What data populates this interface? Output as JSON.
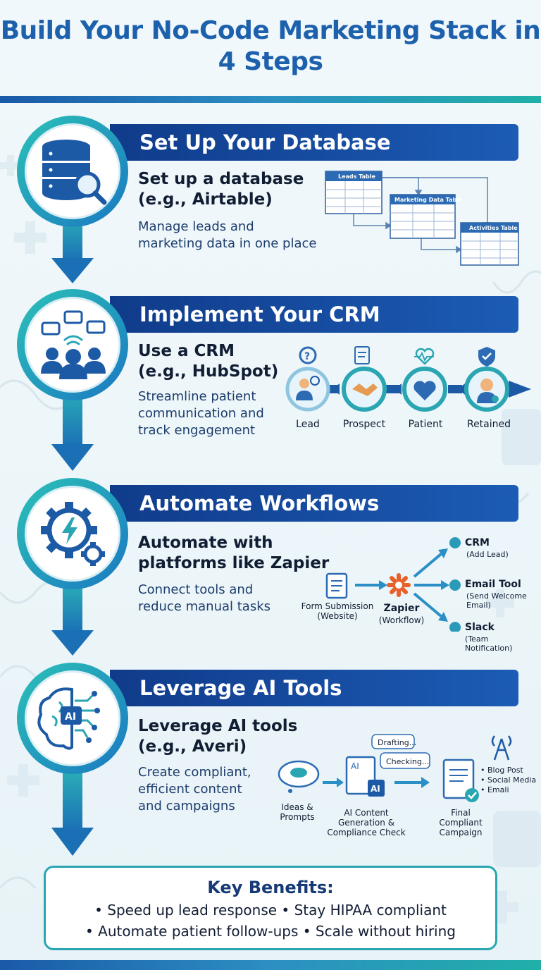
{
  "title": "Build Your No-Code Marketing Stack in 4 Steps",
  "steps": [
    {
      "heading": "Set Up Your Database",
      "subhead": "Set up a database\n(e.g., Airtable)",
      "description": "Manage leads and\nmarketing data in one place",
      "icon": "database-search-icon",
      "tables": [
        "Leads Table",
        "Marketing Data Table",
        "Activities Table"
      ]
    },
    {
      "heading": "Implement Your CRM",
      "subhead": "Use a CRM\n(e.g., HubSpot)",
      "description": "Streamline patient\ncommunication and\ntrack engagement",
      "icon": "team-chat-icon",
      "stages": [
        "Lead",
        "Prospect",
        "Patient",
        "Retained"
      ]
    },
    {
      "heading": "Automate Workflows",
      "subhead": "Automate with\nplatforms like Zapier",
      "description": "Connect tools and\nreduce manual tasks",
      "icon": "gear-lightning-icon",
      "source": "Form Submission\n(Website)",
      "hub": "Zapier",
      "hub_sub": "(Workflow)",
      "targets": [
        {
          "name": "CRM",
          "detail": "(Add Lead)"
        },
        {
          "name": "Email Tool",
          "detail": "(Send Welcome\nEmail)"
        },
        {
          "name": "Slack",
          "detail": "(Team\nNotification)"
        }
      ]
    },
    {
      "heading": "Leverage AI Tools",
      "subhead": "Leverage AI tools\n(e.g., Averi)",
      "description": "Create compliant,\nefficient content\nand campaigns",
      "icon": "ai-brain-icon",
      "bubbles": [
        "Drafting...",
        "Checking..."
      ],
      "input": "Ideas &\nPrompts",
      "process": "AI Content\nGeneration &\nCompliance Check",
      "output": "Final\nCompliant\nCampaign",
      "channels": [
        "• Blog Post",
        "• Social Media",
        "• Emali"
      ],
      "ai_label": "AI"
    }
  ],
  "benefits": {
    "title": "Key Benefits:",
    "line1": "• Speed up lead response • Stay HIPAA compliant",
    "line2": "• Automate patient follow-ups • Scale without hiring"
  },
  "colors": {
    "primary": "#1d61ad",
    "banner": "#103b8a",
    "teal": "#2aa6b3",
    "accent_orange": "#e8612a"
  }
}
